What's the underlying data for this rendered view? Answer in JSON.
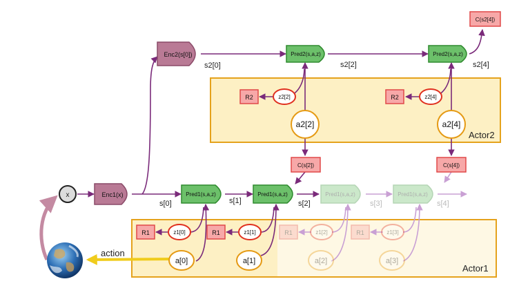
{
  "colors": {
    "actor_fill": "#fdf0c4",
    "actor_border": "#e5a21c",
    "enc_fill": "#b97a95",
    "enc_stroke": "#8a4a68",
    "pred_fill": "#6cc06a",
    "pred_stroke": "#2f8a2e",
    "reward_fill": "#f7a8a8",
    "reward_stroke": "#e04848",
    "z_stroke": "#e0301f",
    "a_stroke": "#e59a14",
    "arrow": "#7a2a7a",
    "action_arrow": "#f0cc1c",
    "earth_arrow": "#c48aa2"
  },
  "actors": {
    "actor2": "Actor2",
    "actor1": "Actor1"
  },
  "encoders": {
    "enc1": "Enc1(x)",
    "enc2": "Enc2(s[0])"
  },
  "observation": "x",
  "action_label": "action",
  "earth_icon": "earth-icon",
  "level2": {
    "preds": [
      "Pred2(s,a,z)",
      "Pred2(s,a,z)"
    ],
    "states": [
      "s2[0]",
      "s2[2]",
      "s2[4]"
    ],
    "z": [
      "z2[2]",
      "z2[4]"
    ],
    "rewards": [
      "R2",
      "R2"
    ],
    "actions": [
      "a2[2]",
      "a2[4]"
    ],
    "costs": [
      "C(s[2])",
      "C(s[4])"
    ],
    "top_cost": "C(s2[4])"
  },
  "level1": {
    "preds": [
      "Pred1(s,a,z)",
      "Pred1(s,a,z)",
      "Pred1(s,a,z)",
      "Pred1(s,a,z)"
    ],
    "states": [
      "s[0]",
      "s[1]",
      "s[2]",
      "s[3]",
      "s[4]"
    ],
    "z": [
      "z1[0]",
      "z1[1]",
      "z1[2]",
      "z1[3]"
    ],
    "rewards": [
      "R1",
      "R1",
      "R1",
      "R1"
    ],
    "actions": [
      "a[0]",
      "a[1]",
      "a[2]",
      "a[3]"
    ]
  }
}
